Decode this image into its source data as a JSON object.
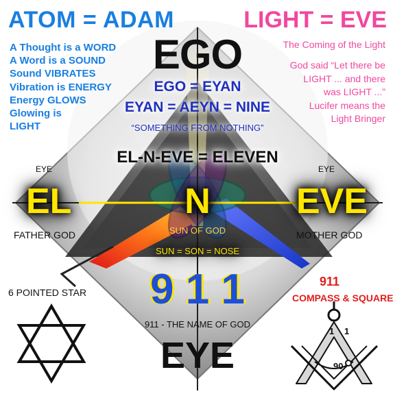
{
  "top_left": {
    "title": "ATOM = ADAM",
    "lines": [
      "A Thought is a WORD",
      "A Word is a SOUND",
      "Sound VIBRATES",
      "Vibration is ENERGY",
      "Energy GLOWS",
      "Glowing is",
      "LIGHT"
    ]
  },
  "top_right": {
    "title": "LIGHT = EVE",
    "subtitle": "The Coming of the Light",
    "lines": [
      "God said “Let there be",
      "LIGHT ... and there",
      "was LIGHT ...”",
      "Lucifer means the",
      "Light Bringer"
    ]
  },
  "center": {
    "ego": "EGO",
    "ego_eyan": "EGO = EYAN",
    "eyan_nine": "EYAN = AEYN = NINE",
    "something": "“SOMETHING FROM NOTHING”",
    "eleven": "EL-N-EVE = ELEVEN",
    "n": "N",
    "sun_of_god": "SUN OF GOD",
    "sun_son_nose": "SUN = SON = NOSE",
    "nine_one_one_big": "9 1 1",
    "name_of_god": "911 - THE NAME OF GOD",
    "eye_bottom": "EYE"
  },
  "left": {
    "eye": "EYE",
    "el": "EL",
    "father": "FATHER GOD",
    "star_label": "6 POINTED STAR"
  },
  "right": {
    "eye": "EYE",
    "eve": "EVE",
    "mother": "MOTHER GOD",
    "compass_num": "911",
    "compass_label": "COMPASS & SQUARE",
    "compass_one_left": "1",
    "compass_one_right": "1",
    "compass_ninety": "90"
  },
  "colors": {
    "blue": "#1a7fe0",
    "pink": "#f0489e",
    "navy": "#1e2fbf",
    "red": "#e21d1d",
    "yellow": "#ffe600"
  }
}
